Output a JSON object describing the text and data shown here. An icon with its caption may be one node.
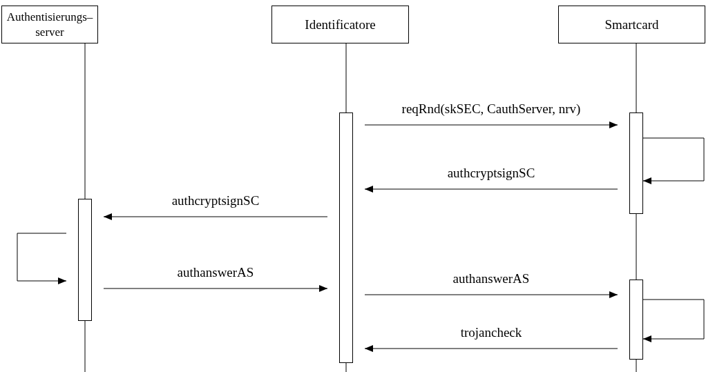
{
  "diagram": {
    "nodes": [
      {
        "text": [
          "Authentisierungs– server"
        ]
      },
      {
        "text": [
          "Identificatore"
        ]
      },
      {
        "text": [
          "Smartcard"
        ]
      },
      {
        "text": [],
        "shape": "bar"
      },
      {
        "text": [],
        "shape": "bar"
      },
      {
        "text": [],
        "shape": "bar"
      },
      {
        "text": [],
        "shape": "bar"
      }
    ],
    "edges": [
      {
        "from": 3,
        "to": 4,
        "arrow": "to",
        "label": "reqRnd(skSEC, CauthServer, nrv)"
      },
      {
        "from": 4,
        "to": 4,
        "arrow": "to"
      },
      {
        "from": 4,
        "to": 3,
        "arrow": "to",
        "label": "authcryptsignSC"
      },
      {
        "from": 3,
        "to": 5,
        "arrow": "to",
        "label": "authcryptsignSC"
      },
      {
        "from": 5,
        "to": 5,
        "arrow": "to"
      },
      {
        "from": 5,
        "to": 3,
        "arrow": "to",
        "label": "authanswerAS"
      },
      {
        "from": 3,
        "to": 6,
        "arrow": "to",
        "label": "authanswerAS"
      },
      {
        "from": 6,
        "to": 6,
        "arrow": "to"
      },
      {
        "from": 6,
        "to": 3,
        "arrow": "to",
        "label": "trojancheck"
      }
    ]
  }
}
